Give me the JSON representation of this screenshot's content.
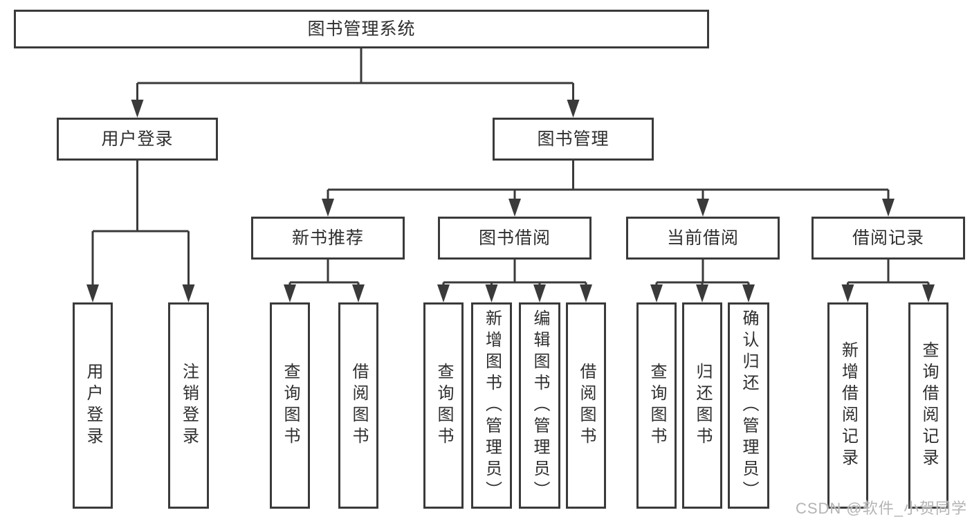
{
  "tree": {
    "root": "图书管理系统",
    "branches": [
      {
        "label": "用户登录",
        "leaves": [
          "用户登录",
          "注销登录"
        ]
      },
      {
        "label": "图书管理",
        "children": [
          {
            "label": "新书推荐",
            "leaves": [
              "查询图书",
              "借阅图书"
            ]
          },
          {
            "label": "图书借阅",
            "leaves": [
              "查询图书",
              "新增图书（管理员）",
              "编辑图书（管理员）",
              "借阅图书"
            ]
          },
          {
            "label": "当前借阅",
            "leaves": [
              "查询图书",
              "归还图书",
              "确认归还（管理员）"
            ]
          },
          {
            "label": "借阅记录",
            "leaves": [
              "新增借阅记录",
              "查询借阅记录"
            ]
          }
        ]
      }
    ]
  },
  "watermark": "CSDN @软件_小贺同学",
  "colors": {
    "line": "#3a3a3a",
    "text": "#2e2e2e",
    "watermark_gray": "#b4b4b4",
    "background": "#ffffff"
  }
}
